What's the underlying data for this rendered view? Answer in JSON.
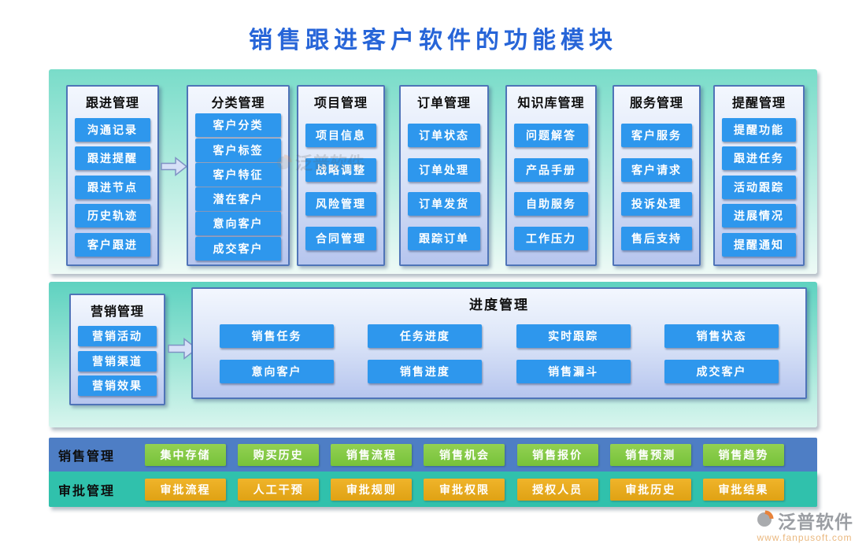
{
  "title": "销售跟进客户软件的功能模块",
  "modules": [
    {
      "title": "跟进管理",
      "items": [
        "沟通记录",
        "跟进提醒",
        "跟进节点",
        "历史轨迹",
        "客户跟进"
      ]
    },
    {
      "title": "分类管理",
      "items": [
        "客户分类",
        "客户标签",
        "客户特征",
        "潜在客户",
        "意向客户",
        "成交客户"
      ]
    },
    {
      "title": "项目管理",
      "items": [
        "项目信息",
        "战略调整",
        "风险管理",
        "合同管理"
      ]
    },
    {
      "title": "订单管理",
      "items": [
        "订单状态",
        "订单处理",
        "订单发货",
        "跟踪订单"
      ]
    },
    {
      "title": "知识库管理",
      "items": [
        "问题解答",
        "产品手册",
        "自助服务",
        "工作压力"
      ]
    },
    {
      "title": "服务管理",
      "items": [
        "客户服务",
        "客户请求",
        "投诉处理",
        "售后支持"
      ]
    },
    {
      "title": "提醒管理",
      "items": [
        "提醒功能",
        "跟进任务",
        "活动跟踪",
        "进展情况",
        "提醒通知"
      ]
    }
  ],
  "marketing": {
    "title": "营销管理",
    "items": [
      "营销活动",
      "营销渠道",
      "营销效果"
    ]
  },
  "progress": {
    "title": "进度管理",
    "row1": [
      "销售任务",
      "任务进度",
      "实时跟踪",
      "销售状态"
    ],
    "row2": [
      "意向客户",
      "销售进度",
      "销售漏斗",
      "成交客户"
    ]
  },
  "bottom_rows": [
    {
      "label": "销售管理",
      "items": [
        "集中存储",
        "购买历史",
        "销售流程",
        "销售机会",
        "销售报价",
        "销售预测",
        "销售趋势"
      ]
    },
    {
      "label": "审批管理",
      "items": [
        "审批流程",
        "人工干预",
        "审批规则",
        "审批权限",
        "授权人员",
        "审批历史",
        "审批结果"
      ]
    }
  ],
  "footer": {
    "brand": "泛普软件",
    "url": "www.fanpusoft.com"
  },
  "colors": {
    "title_blue": "#2765d8",
    "item_button_blue": "#2e97ed",
    "card_border_blue": "#4f74b8",
    "section_teal_top": "#79dcc9",
    "sales_row_bg": "#4e7ec5",
    "approve_row_bg": "#30c1ac",
    "green_button": "#77c23a",
    "orange_button": "#e8a81f",
    "brand_gray": "#9b9ea3",
    "brand_orange": "#e8833a"
  }
}
